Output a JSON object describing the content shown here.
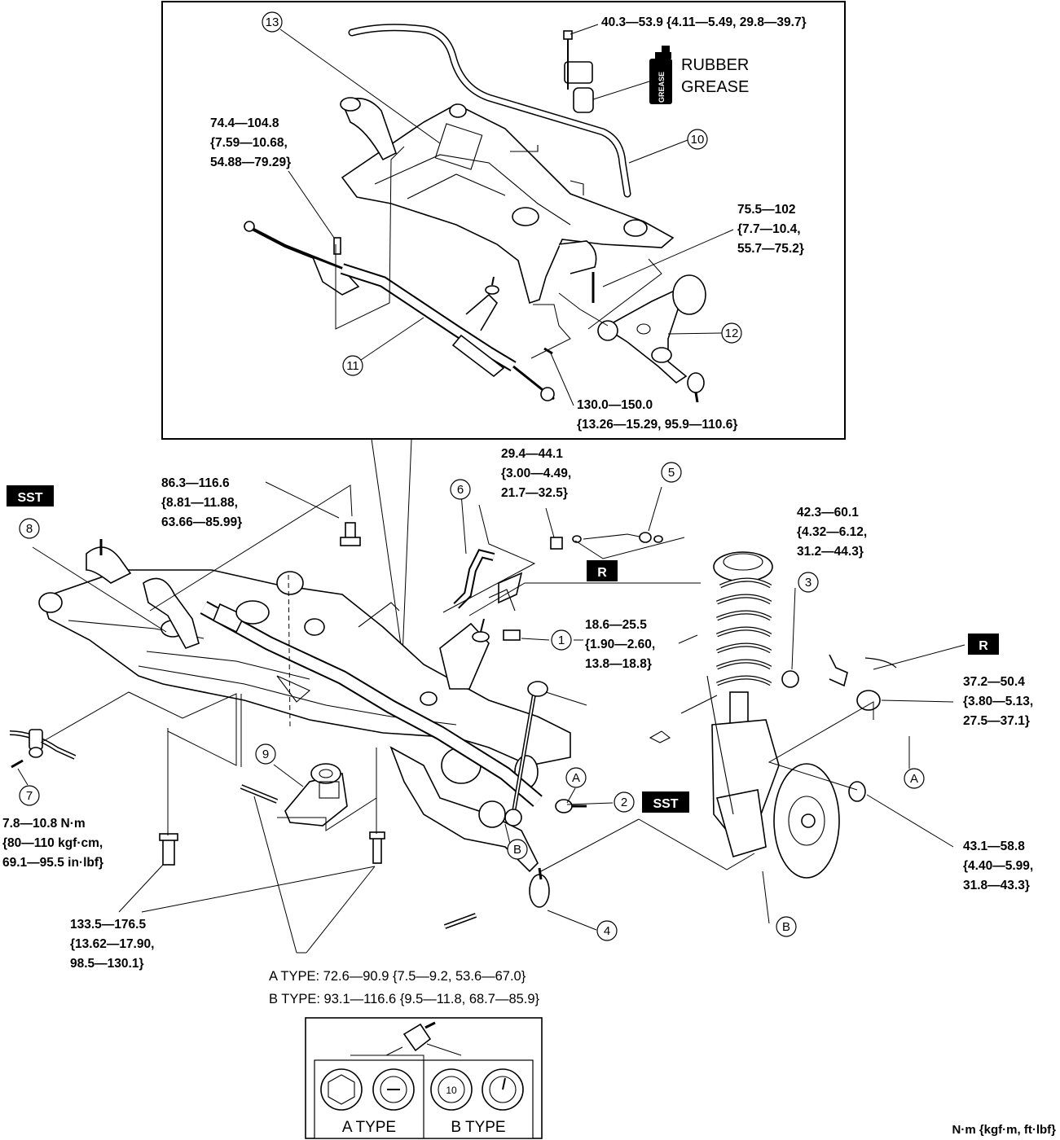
{
  "grease": {
    "can_label": "GREASE",
    "text_lines": [
      "RUBBER",
      "GREASE"
    ]
  },
  "inset_torques": {
    "stabilizer_bracket": [
      "40.3—53.9 {4.11—5.49, 29.8—39.7}"
    ],
    "steering_gear": [
      "74.4—104.8",
      "{7.59—10.68,",
      "54.88—79.29}"
    ],
    "lower_arm_rear": [
      "75.5—102",
      "{7.7—10.4,",
      "55.7—75.2}"
    ],
    "lower_arm_front": [
      "130.0—150.0",
      "{13.26—15.29, 95.9—110.6}"
    ]
  },
  "main_torques": {
    "member_front": [
      "86.3—116.6",
      "{8.81—11.88,",
      "63.66—85.99}"
    ],
    "shaft_bolt": [
      "29.4—44.1",
      "{3.00—4.49,",
      "21.7—32.5}"
    ],
    "strut_top": [
      "42.3—60.1",
      "{4.32—6.12,",
      "31.2—44.3}"
    ],
    "link_nut": [
      "18.6—25.5",
      "{1.90—2.60,",
      "13.8—18.8}"
    ],
    "tie_rod_nut": [
      "37.2—50.4",
      "{3.80—5.13,",
      "27.5—37.1}"
    ],
    "knuckle_nut": [
      "43.1—58.8",
      "{4.40—5.99,",
      "31.8—43.3}"
    ],
    "pipe_bolt": [
      "7.8—10.8 N·m",
      "{80—110 kgf·cm,",
      "69.1—95.5 in·lbf}"
    ],
    "member_rear": [
      "133.5—176.5",
      "{13.62—17.90,",
      "98.5—130.1}"
    ]
  },
  "type_lines": {
    "a_type": "A TYPE: 72.6—90.9 {7.5—9.2, 53.6—67.0}",
    "b_type": "B TYPE: 93.1—116.6 {9.5—11.8, 68.7—85.9}"
  },
  "bolt_legend": {
    "a_type_label": "A TYPE",
    "b_type_label": "B TYPE",
    "b_head_mark": "10"
  },
  "tags": {
    "sst": "SST",
    "replace": "R"
  },
  "refs": {
    "n1": "1",
    "n2": "2",
    "n3": "3",
    "n4": "4",
    "n5": "5",
    "n6": "6",
    "n7": "7",
    "n8": "8",
    "n9": "9",
    "n10": "10",
    "n11": "11",
    "n12": "12",
    "n13": "13",
    "a": "A",
    "b": "B"
  },
  "units_note": "N·m {kgf·m, ft·lbf}"
}
